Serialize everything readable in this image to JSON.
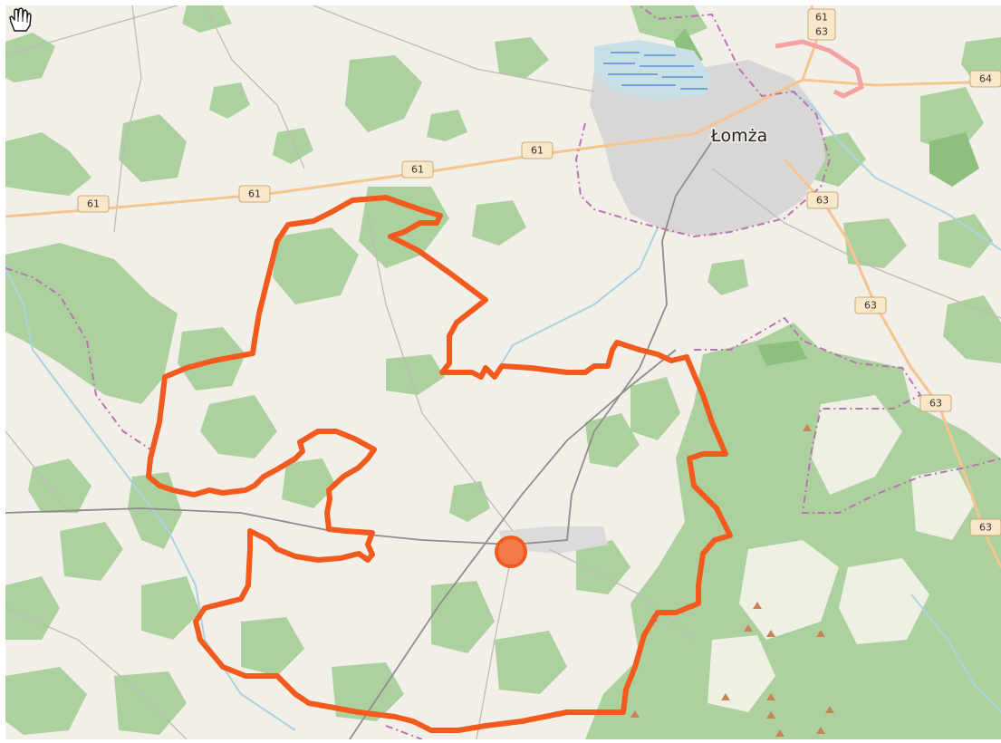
{
  "map": {
    "place_label": "Łomża",
    "road_shields": [
      {
        "id": "r61-a",
        "label": "61"
      },
      {
        "id": "r61-b",
        "label": "61"
      },
      {
        "id": "r61-c",
        "label": "61"
      },
      {
        "id": "r61-d",
        "label": "61"
      },
      {
        "id": "r61-top",
        "label": "61"
      },
      {
        "id": "r63-top",
        "label": "63"
      },
      {
        "id": "r64",
        "label": "64"
      },
      {
        "id": "r63-a",
        "label": "63"
      },
      {
        "id": "r63-b",
        "label": "63"
      },
      {
        "id": "r63-c",
        "label": "63"
      },
      {
        "id": "r63-d",
        "label": "63"
      }
    ],
    "colors": {
      "land": "#f2efe9",
      "forest": "#add19e",
      "forest_dark": "#8dbf7f",
      "urban": "#d9d6d6",
      "water": "#aad3df",
      "road_primary": "#f6c58f",
      "road_minor": "#bdbab5",
      "railway": "#8d8d8d",
      "boundary": "#b774b1",
      "highlight_outline": "#f25a1e",
      "marker": "#f27a4a"
    },
    "icons": [
      "peak-icon",
      "hand-cursor-icon"
    ]
  }
}
